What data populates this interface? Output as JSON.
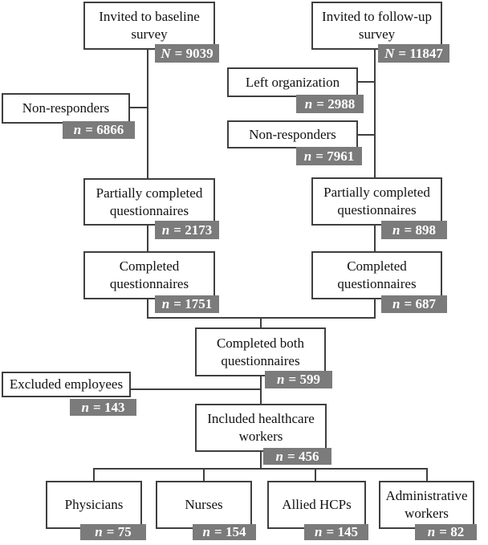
{
  "diagram": {
    "type": "flowchart",
    "description": "Participant flow diagram of baseline and follow-up survey responders",
    "colors": {
      "badge_bg": "#7b7b7b",
      "badge_text": "#ffffff",
      "line": "#3f3f3f",
      "box_bg": "#ffffff",
      "box_text": "#111111"
    },
    "nodes": {
      "baseline": {
        "label": "Invited to baseline survey",
        "count_var": "N",
        "count_rest": "= 9039"
      },
      "followup": {
        "label": "Invited to follow-up survey",
        "count_var": "N",
        "count_rest": "= 11847"
      },
      "nonresp_left": {
        "label": "Non-responders",
        "count_var": "n",
        "count_rest": "= 6866"
      },
      "left_org": {
        "label": "Left organization",
        "count_var": "n",
        "count_rest": "= 2988"
      },
      "nonresp_right": {
        "label": "Non-responders",
        "count_var": "n",
        "count_rest": "= 7961"
      },
      "partial_left": {
        "label": "Partially completed questionnaires",
        "count_var": "n",
        "count_rest": "= 2173"
      },
      "completed_left": {
        "label": "Completed questionnaires",
        "count_var": "n",
        "count_rest": "= 1751"
      },
      "partial_right": {
        "label": "Partially completed questionnaires",
        "count_var": "n",
        "count_rest": "= 898"
      },
      "completed_right": {
        "label": "Completed questionnaires",
        "count_var": "n",
        "count_rest": "= 687"
      },
      "completed_both": {
        "label": "Completed both questionnaires",
        "count_var": "n",
        "count_rest": "= 599"
      },
      "excluded": {
        "label": "Excluded employees",
        "count_var": "n",
        "count_rest": "= 143"
      },
      "included": {
        "label": "Included healthcare workers",
        "count_var": "n",
        "count_rest": "= 456"
      },
      "physicians": {
        "label": "Physicians",
        "count_var": "n",
        "count_rest": "= 75"
      },
      "nurses": {
        "label": "Nurses",
        "count_var": "n",
        "count_rest": "= 154"
      },
      "allied": {
        "label": "Allied HCPs",
        "count_var": "n",
        "count_rest": "= 145"
      },
      "admin": {
        "label": "Administrative workers",
        "count_var": "n",
        "count_rest": "= 82"
      }
    }
  }
}
